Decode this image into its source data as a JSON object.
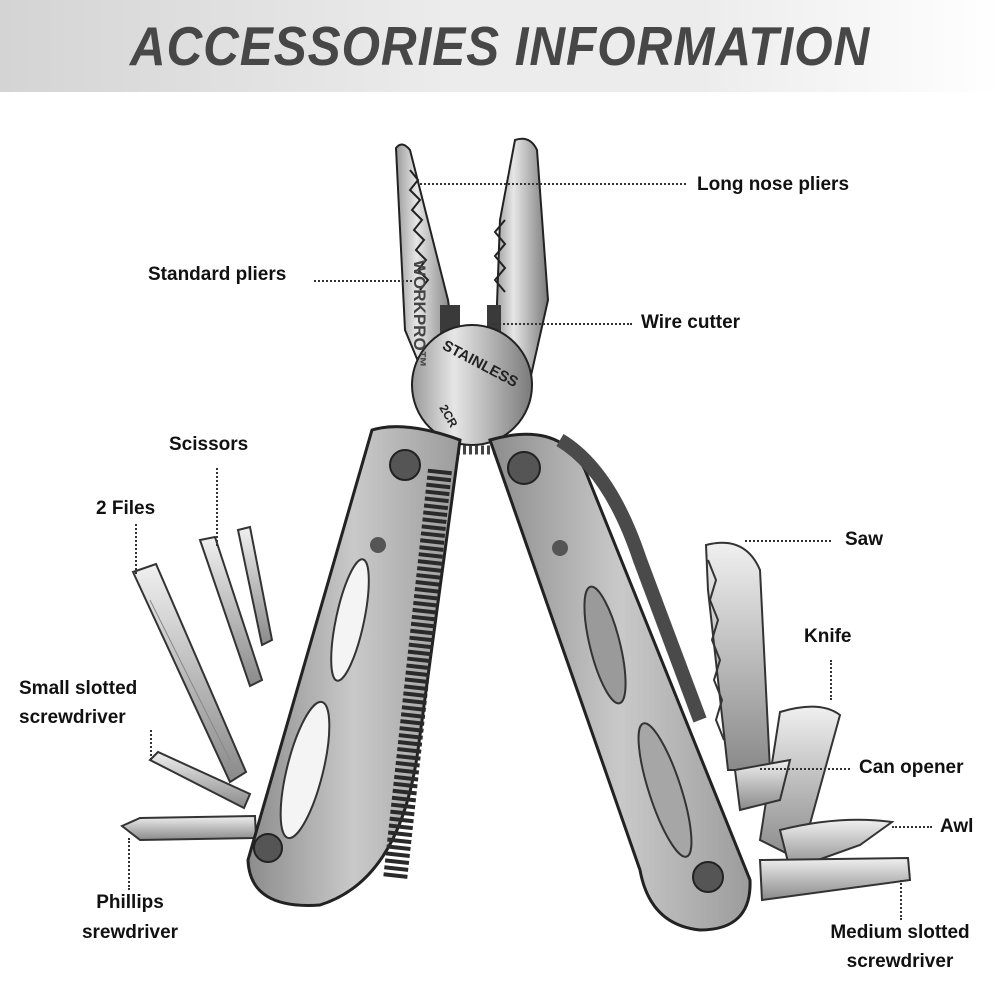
{
  "header": {
    "title": "ACCESSORIES INFORMATION"
  },
  "engravings": {
    "brand": "WORKPRO™",
    "material": "STAINLESS",
    "alloy": "2CR"
  },
  "callouts": {
    "long_nose_pliers": "Long nose pliers",
    "standard_pliers": "Standard pliers",
    "wire_cutter": "Wire cutter",
    "scissors": "Scissors",
    "files": "2 Files",
    "small_slotted_line1": "Small slotted",
    "small_slotted_line2": "screwdriver",
    "phillips_line1": "Phillips",
    "phillips_line2": "srewdriver",
    "saw": "Saw",
    "knife": "Knife",
    "can_opener": "Can opener",
    "awl": "Awl",
    "medium_slotted_line1": "Medium slotted",
    "medium_slotted_line2": "screwdriver"
  },
  "colors": {
    "banner_text": "#474747",
    "metal_light": "#d9d9d9",
    "metal_dark": "#6e6e6e",
    "outline": "#2a2a2a"
  }
}
